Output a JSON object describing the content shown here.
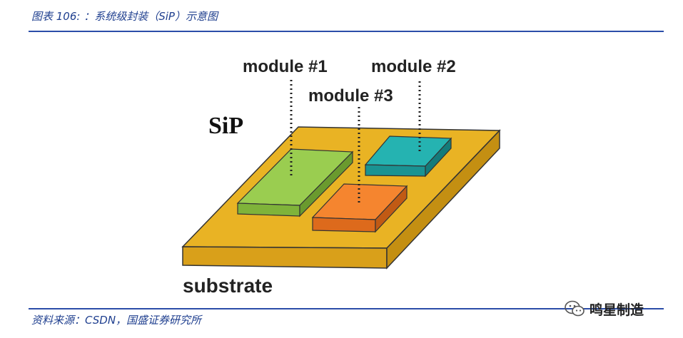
{
  "caption": "图表 106: ：系统级封装（SiP）示意图",
  "source": "资料来源：CSDN，国盛证券研究所",
  "watermark": {
    "text": "鸣星制造",
    "icon": "wechat-icon"
  },
  "diagram": {
    "title": "SiP",
    "base_label": "substrate",
    "modules": [
      {
        "label": "module #1",
        "color": "#8cc14a"
      },
      {
        "label": "module #2",
        "color": "#1fa7a7"
      },
      {
        "label": "module #3",
        "color": "#f07a2a"
      }
    ],
    "substrate_color": "#e9b324"
  }
}
